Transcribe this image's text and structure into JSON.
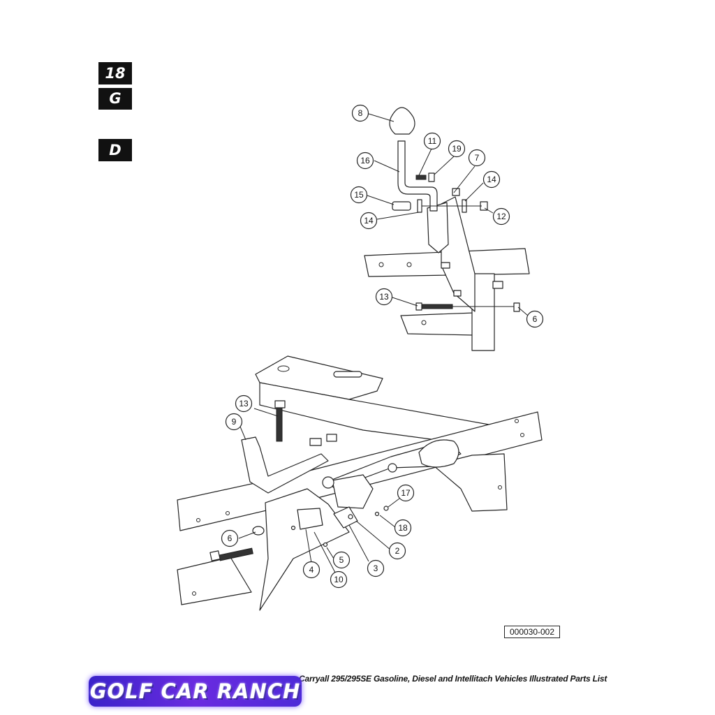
{
  "tabs": {
    "section": "18",
    "letter_g": "G",
    "letter_d": "D"
  },
  "figure_code": "000030-002",
  "footer": {
    "text": "Carryall 295/295SE Gasoline, Diesel and Intellitach Vehicles Illustrated Parts List"
  },
  "logo": {
    "text": "GOLF CAR RANCH"
  },
  "callouts_upper": [
    "8",
    "11",
    "19",
    "16",
    "7",
    "14",
    "15",
    "12",
    "14",
    "13",
    "6"
  ],
  "callouts_lower": [
    "13",
    "9",
    "17",
    "6",
    "18",
    "2",
    "5",
    "3",
    "4",
    "10"
  ]
}
